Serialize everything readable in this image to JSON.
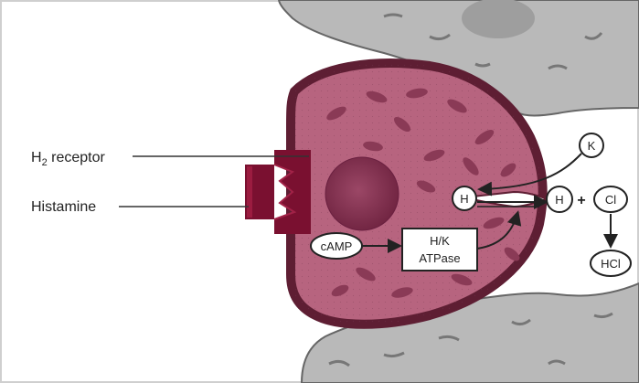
{
  "labels": {
    "receptor_main": "H",
    "receptor_sub": "2",
    "receptor_suffix": " receptor",
    "histamine": "Histamine"
  },
  "nodes": {
    "camp": "cAMP",
    "atpase_line1": "H/K",
    "atpase_line2": "ATPase",
    "h_inside": "H",
    "h_outside": "H",
    "k_ion": "K",
    "cl_ion": "Cl",
    "hcl": "HCl",
    "plus": "+"
  },
  "colors": {
    "cell_fill": "#b7647f",
    "cell_border": "#5e1e33",
    "organelle": "#8a3a56",
    "nucleus": "#8e3a58",
    "receptor": "#7a1030",
    "gray_cell": "#b9b9b9",
    "gray_border": "#666666",
    "frame_border": "#cfcfcf"
  }
}
